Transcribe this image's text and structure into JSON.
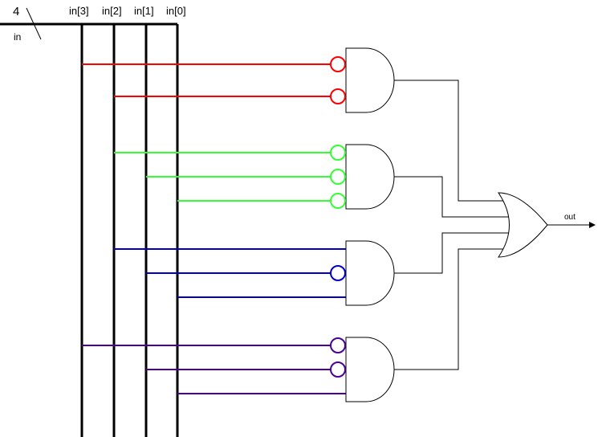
{
  "labels": {
    "bus_width": "4",
    "bus_name": "in",
    "output": "out",
    "bits": [
      "in[3]",
      "in[2]",
      "in[1]",
      "in[0]"
    ]
  },
  "colors": {
    "red": "#ff0000",
    "green": "#33ff33",
    "blue": "#0000cc",
    "purple": "#4c0099",
    "black": "#000000"
  },
  "gates": [
    {
      "type": "and",
      "color": "red",
      "inputs": [
        {
          "bit": 3,
          "inverted": true
        },
        {
          "bit": 2,
          "inverted": true
        }
      ]
    },
    {
      "type": "and",
      "color": "green",
      "inputs": [
        {
          "bit": 2,
          "inverted": true
        },
        {
          "bit": 1,
          "inverted": true
        },
        {
          "bit": 0,
          "inverted": true
        }
      ]
    },
    {
      "type": "and",
      "color": "blue",
      "inputs": [
        {
          "bit": 2,
          "inverted": false
        },
        {
          "bit": 1,
          "inverted": true
        },
        {
          "bit": 0,
          "inverted": false
        }
      ]
    },
    {
      "type": "and",
      "color": "purple",
      "inputs": [
        {
          "bit": 3,
          "inverted": true
        },
        {
          "bit": 1,
          "inverted": true
        },
        {
          "bit": 0,
          "inverted": false
        }
      ]
    }
  ],
  "or_gate": {
    "type": "or",
    "inputs": 4
  }
}
